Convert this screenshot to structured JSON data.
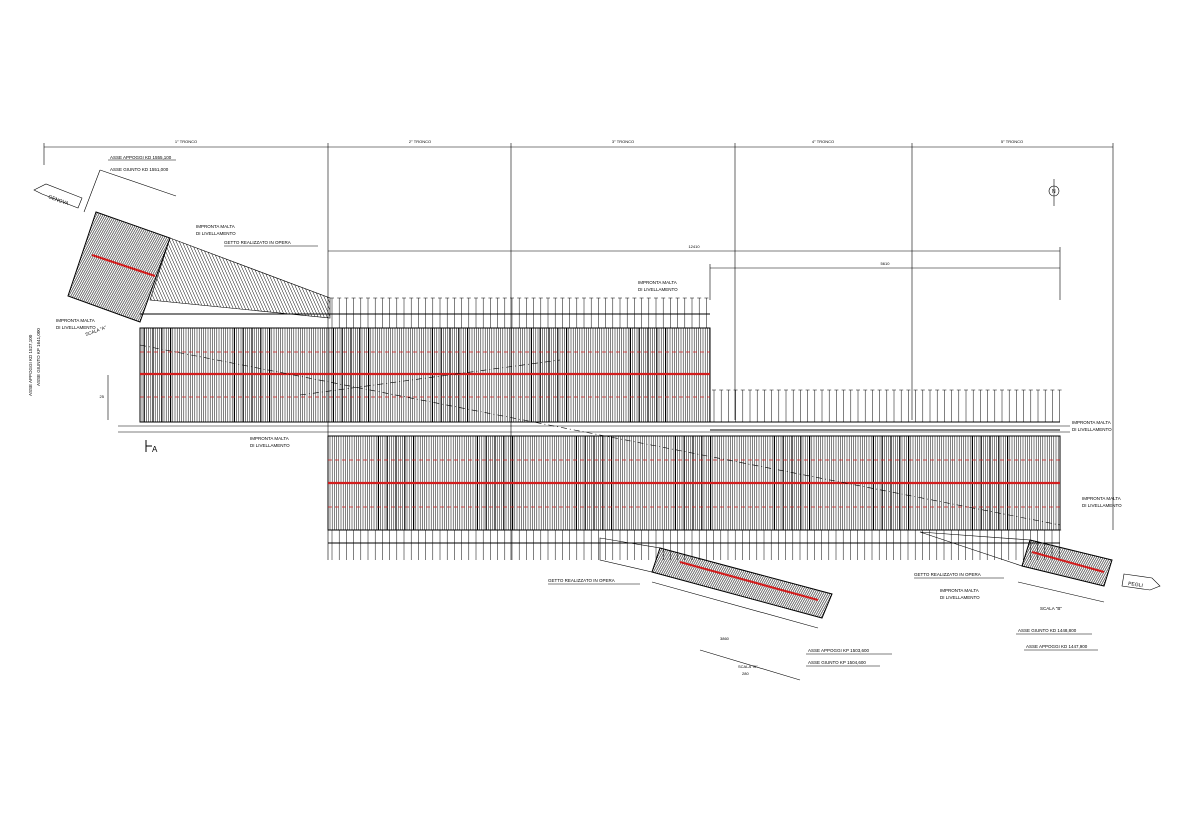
{
  "top_dims": {
    "seg1": "1° TRONCO",
    "seg2": "2° TRONCO",
    "seg3": "3° TRONCO",
    "seg4": "4° TRONCO",
    "seg5": "5° TRONCO"
  },
  "dims": {
    "deck_upper": "12410",
    "deck_lower": "5610",
    "width_left": "25",
    "bottom_ramp": "3860",
    "bottom_ramp_scale": "SCALA \"B\"",
    "bottom_ramp_scale2": "280"
  },
  "directions": {
    "left": "GENOVA",
    "right": "PEGLI"
  },
  "north": "N",
  "section_mark": "A",
  "labels": {
    "tl_asse_approccio": "ASSE APPOGGI KD 1555,100",
    "tl_asse_giunto": "ASSE GIUNTO KD 1551,000",
    "impronta_malta_1a": "IMPRONTA MALTA",
    "impronta_malta_1b": "DI LIVELLAMENTO",
    "getto_1": "GETTO REALIZZATO IN OPERA",
    "impronta_malta_2a": "IMPRONTA MALTA",
    "impronta_malta_2b": "DI LIVELLAMENTO",
    "impronta_malta_3a": "IMPRONTA MALTA",
    "impronta_malta_3b": "DI LIVELLAMENTO",
    "impronta_malta_4a": "IMPRONTA MALTA",
    "impronta_malta_4b": "DI LIVELLAMENTO",
    "impronta_malta_5a": "IMPRONTA MALTA",
    "impronta_malta_5b": "DI LIVELLAMENTO",
    "impronta_malta_6a": "IMPRONTA MALTA",
    "impronta_malta_6b": "DI LIVELLAMENTO",
    "getto_2": "GETTO REALIZZATO IN OPERA",
    "getto_3": "GETTO REALIZZATO IN OPERA",
    "left_asse_approccio": "ASSE APPOGGI KD 1527,100",
    "left_asse_giunto": "ASSE GIUNTO KP 1641,000",
    "scala_left": "SCALA \"A\"",
    "bc_asse_approccio": "ASSE APPOGGI KP 1503,600",
    "bc_asse_giunto": "ASSE GIUNTO KP 1504,600",
    "br_asse_giunto": "ASSE GIUNTO KD 1448,800",
    "br_asse_approccio": "ASSE APPOGGI KD 1447,900",
    "br_scala": "SCALA \"B\""
  }
}
